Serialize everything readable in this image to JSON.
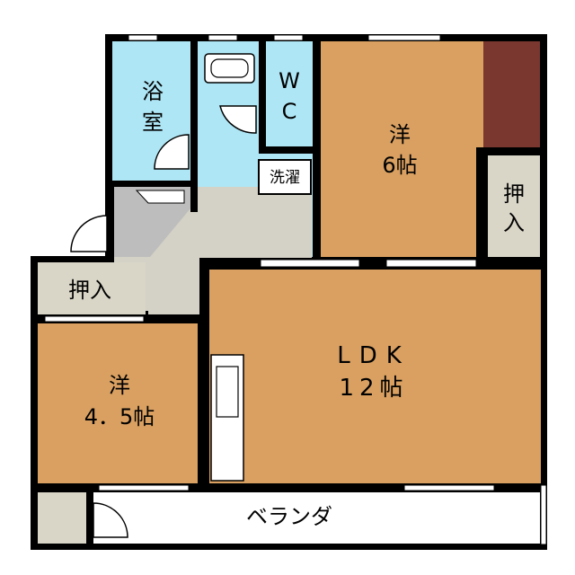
{
  "rooms": {
    "bath": {
      "line1": "浴",
      "line2": "室"
    },
    "wc": {
      "line1": "W",
      "line2": "C"
    },
    "laundry": {
      "label": "洗濯"
    },
    "western6": {
      "line1": "洋",
      "line2": "6帖"
    },
    "closet_r": {
      "line1": "押",
      "line2": "入"
    },
    "closet_l": {
      "label": "押入"
    },
    "western45": {
      "line1": "洋",
      "line2": "4．5帖"
    },
    "ldk": {
      "line1": "LDK",
      "line2": "12帖"
    },
    "veranda": {
      "label": "ベランダ"
    }
  },
  "colors": {
    "room_floor": "#d9a061",
    "water_area": "#aee6f5",
    "corridor": "#d4d2c6",
    "entrance": "#bdbdbd",
    "storage": "#d9d6c8",
    "brown_panel": "#7a3730",
    "wall": "#000000"
  }
}
